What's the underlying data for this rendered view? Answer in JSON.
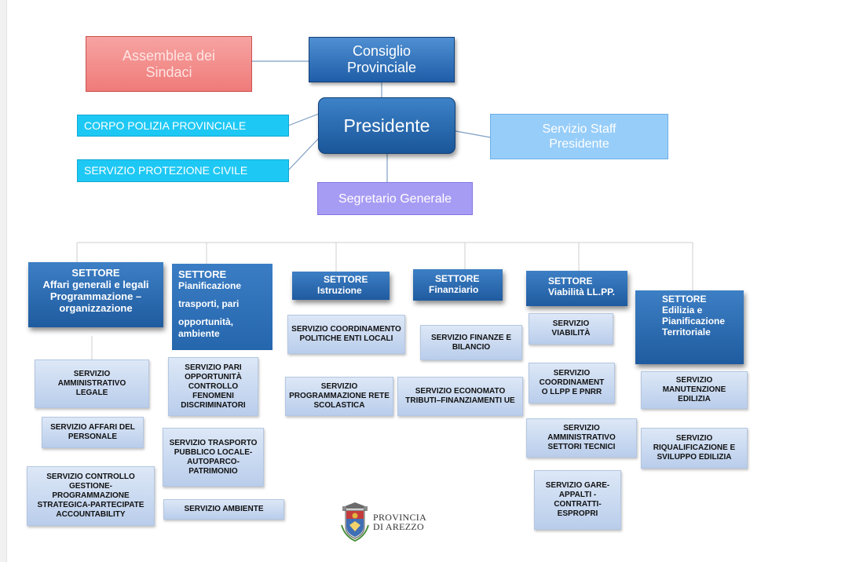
{
  "top": {
    "assemblea": "Assemblea dei Sindaci",
    "consiglio": "Consiglio Provinciale",
    "presidente": "Presidente",
    "polizia": "CORPO POLIZIA PROVINCIALE",
    "protezione": "SERVIZIO PROTEZIONE CIVILE",
    "staff": "Servizio Staff Presidente",
    "segretario": "Segretario Generale"
  },
  "sectors": [
    {
      "lines": [
        "SETTORE",
        "Affari generali e legali",
        "Programmazione –",
        "organizzazione"
      ]
    },
    {
      "lines": [
        "SETTORE",
        "Pianificazione",
        "trasporti, pari",
        "opportunità,",
        "ambiente"
      ]
    },
    {
      "lines": [
        "SETTORE",
        "Istruzione"
      ]
    },
    {
      "lines": [
        "SETTORE",
        "Finanziario"
      ]
    },
    {
      "lines": [
        "SETTORE",
        "Viabilità LL.PP."
      ]
    },
    {
      "lines": [
        "SETTORE",
        "Edilizia e",
        "Pianificazione",
        "Territoriale"
      ]
    }
  ],
  "services": {
    "s1": [
      "SERVIZIO AMMINISTRATIVO LEGALE",
      "SERVIZIO AFFARI DEL PERSONALE",
      "SERVIZIO CONTROLLO GESTIONE-PROGRAMMAZIONE STRATEGICA-PARTECIPATE ACCOUNTABILITY"
    ],
    "s2": [
      "SERVIZIO PARI OPPORTUNITÀ CONTROLLO FENOMENI DISCRIMINATORI",
      "SERVIZIO TRASPORTO PUBBLICO LOCALE-AUTOPARCO-PATRIMONIO",
      "SERVIZIO AMBIENTE"
    ],
    "s3": [
      "SERVIZIO COORDINAMENTO POLITICHE ENTI LOCALI",
      "SERVIZIO PROGRAMMAZIONE RETE SCOLASTICA"
    ],
    "s4": [
      "SERVIZIO FINANZE E BILANCIO",
      "SERVIZIO ECONOMATO TRIBUTI–FINANZIAMENTI UE"
    ],
    "s5": [
      "SERVIZIO VIABILITÀ",
      "SERVIZIO COORDINAMENT O LLPP E PNRR",
      "SERVIZIO AMMINISTRATIVO SETTORI TECNICI",
      "SERVIZIO GARE-APPALTI -CONTRATTI-ESPROPRI"
    ],
    "s6": [
      "SERVIZIO MANUTENZIONE EDILIZIA",
      "SERVIZIO RIQUALIFICAZIONE E SVILUPPO EDILIZIA"
    ]
  },
  "logo": {
    "line1": "PROVINCIA",
    "line2": "DI AREZZO"
  }
}
